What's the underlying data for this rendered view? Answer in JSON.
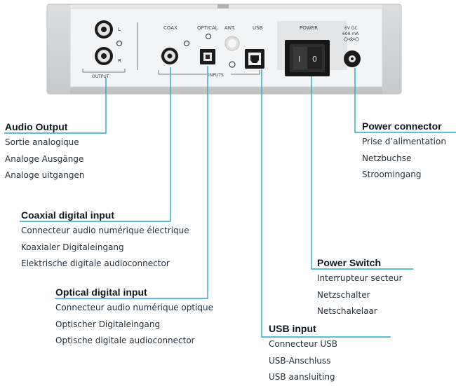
{
  "panel": {
    "port_labels": {
      "left_channel": "L",
      "right_channel": "R",
      "output": "OUTPUT",
      "coax": "COAX",
      "optical": "OPTICAL",
      "antenna": "ANT.",
      "usb": "USB",
      "power": "POWER",
      "dc_voltage": "6V DC",
      "dc_current": "600 mA",
      "inputs": "INPUTS",
      "switch_on": "I",
      "switch_off": "0"
    }
  },
  "callouts": {
    "audio_output": {
      "title": "Audio Output",
      "lines": [
        "Sortie analogique",
        "Analoge Ausgänge",
        "Analoge uitgangen"
      ]
    },
    "coaxial": {
      "title": "Coaxial digital input",
      "lines": [
        "Connecteur audio numérique électrique",
        "Koaxialer Digitaleingang",
        "Elektrische digitale audioconnector"
      ]
    },
    "optical": {
      "title": "Optical digital input",
      "lines": [
        "Connecteur audio numérique optique",
        "Optischer Digitaleingang",
        "Optische digitale audioconnector"
      ]
    },
    "power_switch": {
      "title": "Power Switch",
      "lines": [
        "Interrupteur secteur",
        "Netzschalter",
        "Netschakelaar"
      ]
    },
    "usb": {
      "title": "USB input",
      "lines": [
        "Connecteur USB",
        "USB-Anschluss",
        "USB aansluiting"
      ]
    },
    "power_connector": {
      "title": "Power connector",
      "lines": [
        "Prise d’alimentation",
        "Netzbuchse",
        "Stroomingang"
      ]
    }
  },
  "colors": {
    "leader": "#2aa8c8",
    "panel_face": "#f1f2f3",
    "panel_frame": "#c9cbcd"
  }
}
